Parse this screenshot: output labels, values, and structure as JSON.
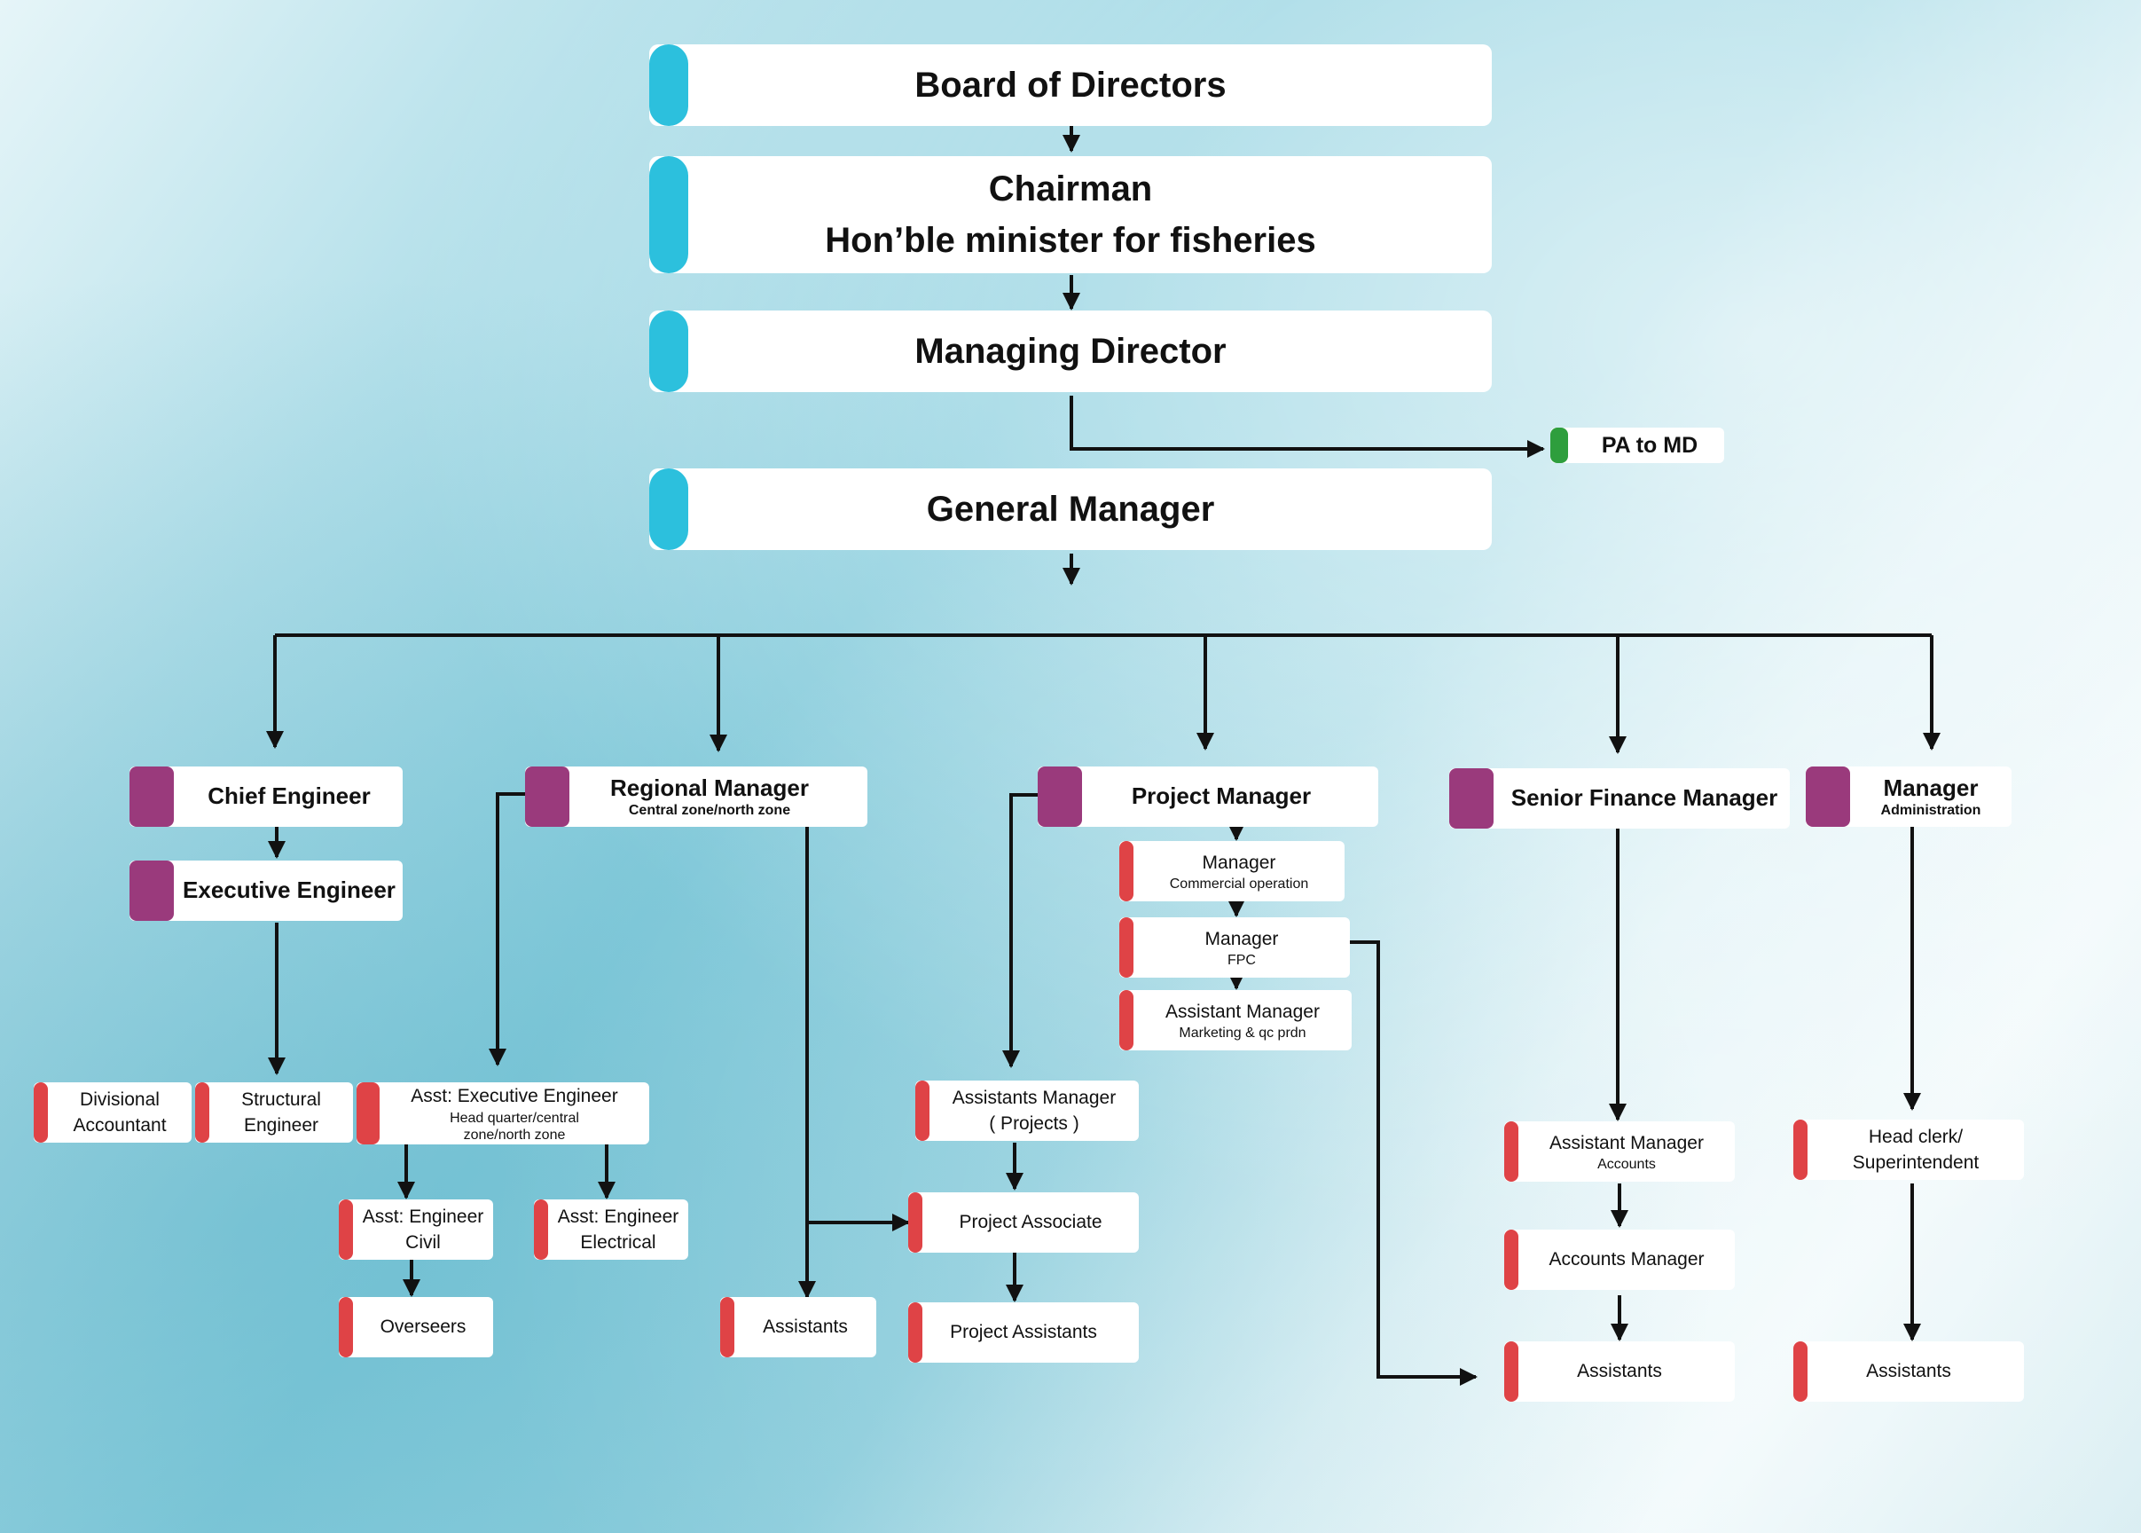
{
  "top": {
    "board": "Board of Directors",
    "chairman_line1": "Chairman",
    "chairman_line2": "Hon’ble minister for fisheries",
    "md": "Managing Director",
    "pa": "PA to MD",
    "gm": "General Manager"
  },
  "engineering": {
    "chief": "Chief Engineer",
    "executive": "Executive Engineer",
    "div_acc_1": "Divisional",
    "div_acc_2": "Accountant",
    "structural_1": "Structural",
    "structural_2": "Engineer"
  },
  "regional": {
    "title": "Regional Manager",
    "sub": "Central zone/north zone",
    "asst_exec": "Asst: Executive Engineer",
    "asst_exec_sub1": "Head quarter/central",
    "asst_exec_sub2": "zone/north zone",
    "civil_1": "Asst: Engineer",
    "civil_2": "Civil",
    "elec_1": "Asst: Engineer",
    "elec_2": "Electrical",
    "overseers": "Overseers",
    "assistants": "Assistants"
  },
  "project": {
    "title": "Project Manager",
    "comm_title": "Manager",
    "comm_sub": "Commercial operation",
    "fpc_title": "Manager",
    "fpc_sub": "FPC",
    "am_title": "Assistant Manager",
    "am_sub": "Marketing & qc prdn",
    "am_projects_1": "Assistants Manager",
    "am_projects_2": "( Projects )",
    "associate": "Project Associate",
    "assistants": "Project Assistants"
  },
  "finance": {
    "title": "Senior Finance Manager",
    "am_title": "Assistant Manager",
    "am_sub": "Accounts",
    "accounts_mgr": "Accounts Manager",
    "assistants": "Assistants"
  },
  "admin": {
    "title": "Manager",
    "sub": "Administration",
    "head_clerk_1": "Head clerk/",
    "head_clerk_2": "Superintendent",
    "assistants": "Assistants"
  },
  "colors": {
    "top_tab": "#2cc0dd",
    "level2_tab": "#9a3a7c",
    "leaf_tab": "#df4346",
    "pa_tab": "#2e9e3d",
    "connector": "#111111"
  }
}
